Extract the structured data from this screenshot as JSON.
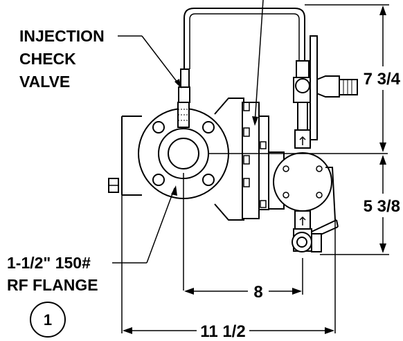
{
  "labels": {
    "injection_line1": "INJECTION",
    "injection_line2": "CHECK",
    "injection_line3": "VALVE",
    "flange_line1": "1-1/2\" 150#",
    "flange_line2": "RF FLANGE",
    "item_number": "1"
  },
  "dimensions": {
    "upper_height": "7 3/4",
    "lower_height": "5 3/8",
    "center_to_face": "8",
    "overall_width": "11 1/2"
  },
  "colors": {
    "line": "#000000",
    "fill": "#ffffff",
    "body_fill": "#f4f4f4"
  }
}
